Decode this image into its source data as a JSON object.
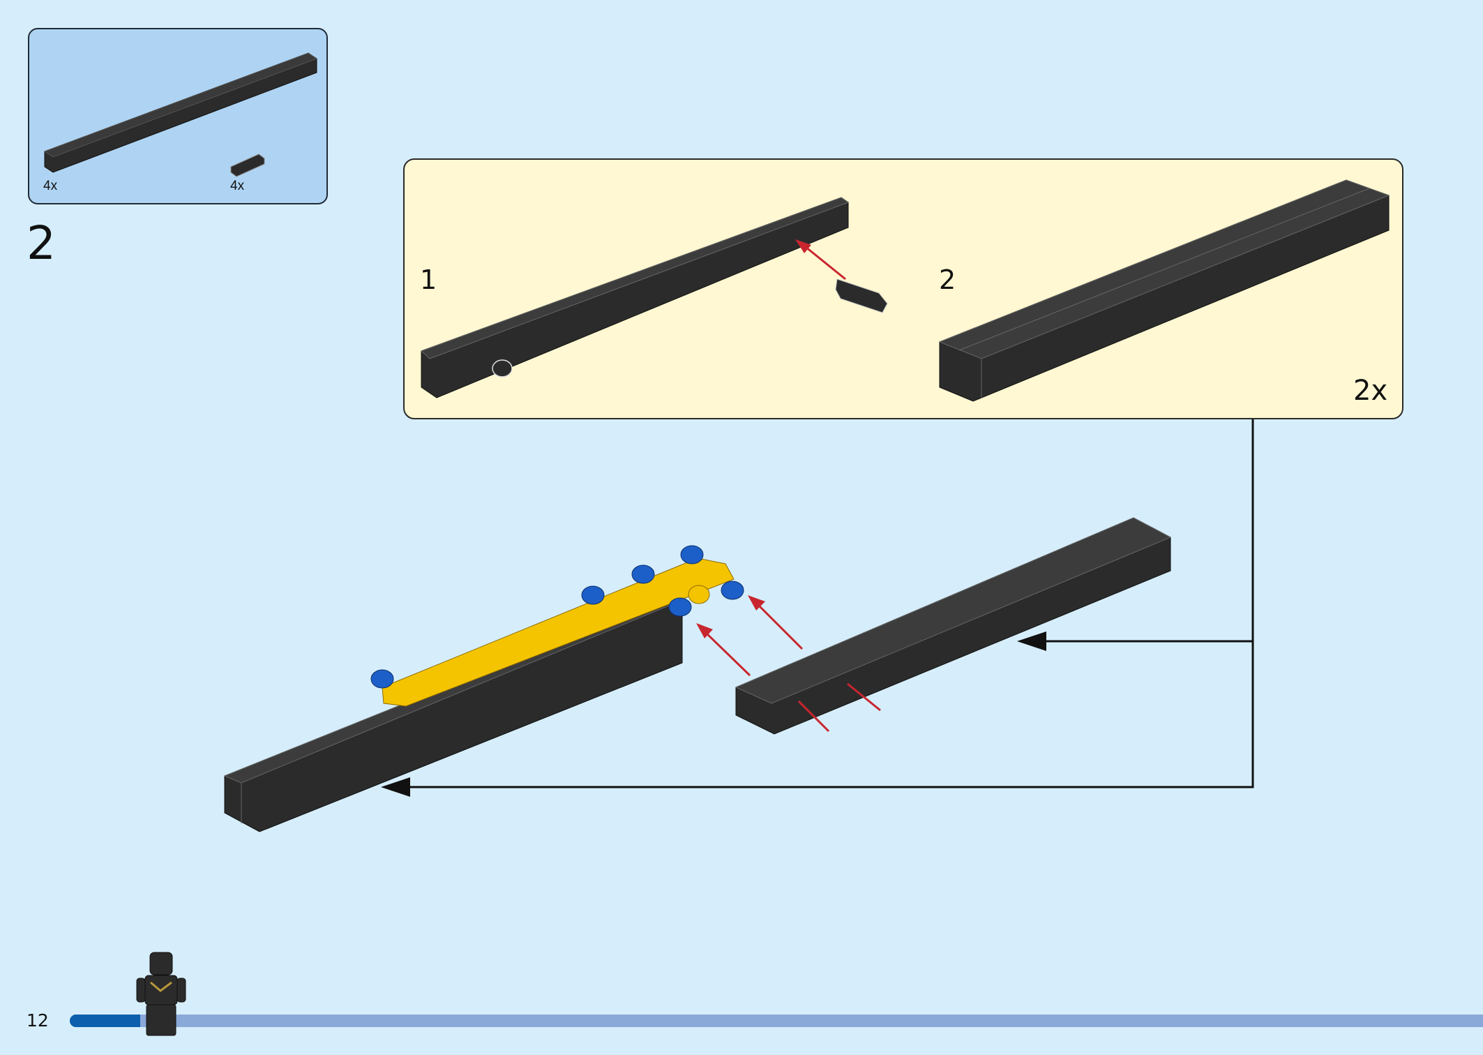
{
  "parts_list": {
    "items": [
      {
        "part": "beam-16",
        "quantity": "4x"
      },
      {
        "part": "connector-pin",
        "quantity": "4x"
      }
    ]
  },
  "step": {
    "number": "2"
  },
  "sub_assembly": {
    "steps": [
      {
        "number": "1"
      },
      {
        "number": "2"
      }
    ],
    "multiplier": "2x"
  },
  "progress": {
    "fraction": 0.05
  },
  "page": {
    "number": "12"
  },
  "colors": {
    "background": "#d6eefb",
    "parts_box": "#afd4f3",
    "sub_box": "#fff8d2",
    "beam": "#2b2b2b",
    "lift_arm": "#f5c400",
    "pin_blue": "#1d5fc8",
    "arrow_red": "#c8262f",
    "progress_fill": "#0b5fac",
    "progress_track": "#8aa9d8"
  }
}
